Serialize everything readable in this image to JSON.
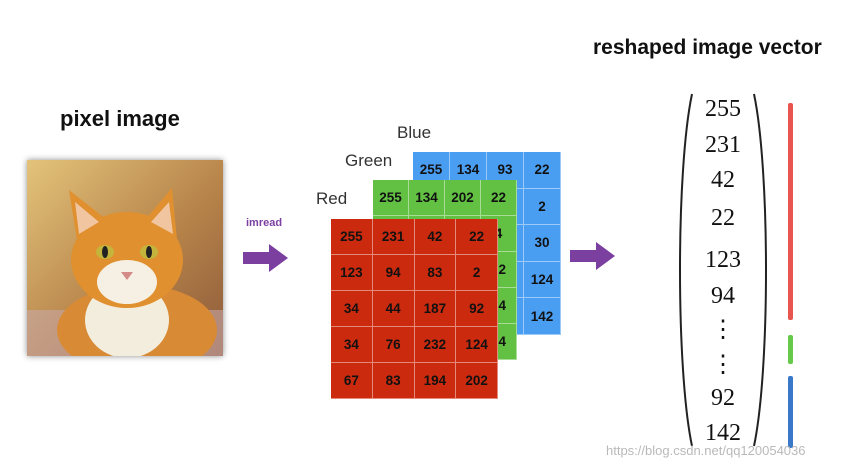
{
  "titles": {
    "pixel_image": "pixel image",
    "vector": "reshaped image vector"
  },
  "arrow_label": "imread",
  "layers": {
    "blue": {
      "label": "Blue",
      "color": "#4a9ef2",
      "rows": [
        [
          "255",
          "134",
          "93",
          "22"
        ],
        [
          "",
          "",
          "",
          "2"
        ],
        [
          "",
          "",
          "",
          "30"
        ],
        [
          "",
          "",
          "",
          "124"
        ],
        [
          "",
          "",
          "",
          "142"
        ]
      ]
    },
    "green": {
      "label": "Green",
      "color": "#62c143",
      "rows": [
        [
          "255",
          "134",
          "202",
          "22"
        ],
        [
          "",
          "",
          "",
          "4"
        ],
        [
          "",
          "",
          "",
          "92"
        ],
        [
          "",
          "",
          "",
          "34"
        ],
        [
          "",
          "",
          "",
          "94"
        ]
      ]
    },
    "red": {
      "label": "Red",
      "color": "#cc2a0e",
      "rows": [
        [
          "255",
          "231",
          "42",
          "22"
        ],
        [
          "123",
          "94",
          "83",
          "2"
        ],
        [
          "34",
          "44",
          "187",
          "92"
        ],
        [
          "34",
          "76",
          "232",
          "124"
        ],
        [
          "67",
          "83",
          "194",
          "202"
        ]
      ]
    }
  },
  "vector": [
    "255",
    "231",
    "42",
    "22",
    "123",
    "94",
    "⋮",
    "⋮",
    "92",
    "142"
  ],
  "colorbars": {
    "red": "#e8554f",
    "green": "#66c94a",
    "blue": "#3a78c9"
  },
  "watermark": "https://blog.csdn.net/qq120054036"
}
